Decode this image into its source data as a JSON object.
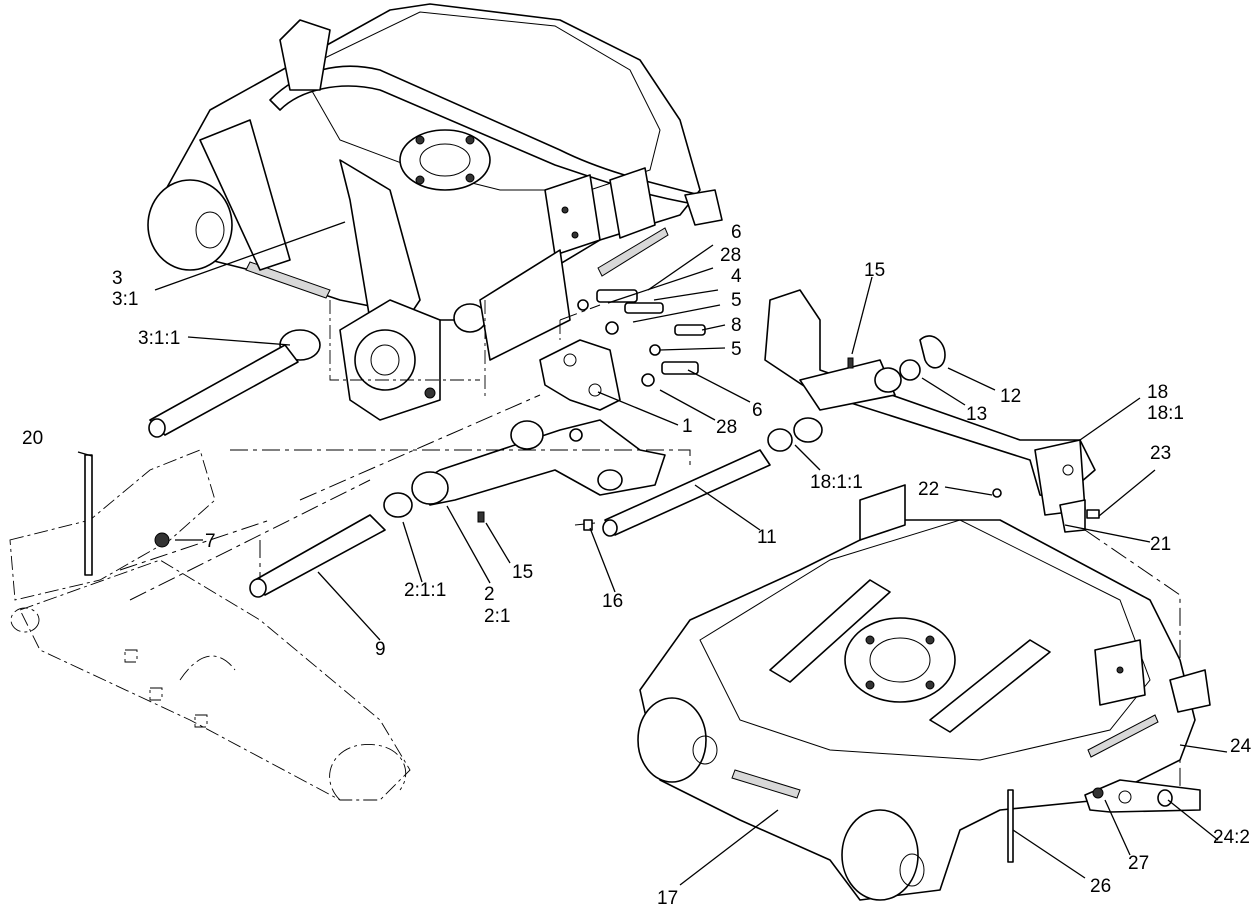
{
  "callouts": {
    "c1": "1",
    "c2": "2",
    "c2_1": "2:1",
    "c2_1_1": "2:1:1",
    "c3": "3",
    "c3_1": "3:1",
    "c3_1_1": "3:1:1",
    "c4": "4",
    "c5a": "5",
    "c5b": "5",
    "c6a": "6",
    "c6b": "6",
    "c7": "7",
    "c8": "8",
    "c9": "9",
    "c11": "11",
    "c12": "12",
    "c13": "13",
    "c15a": "15",
    "c15b": "15",
    "c16": "16",
    "c17": "17",
    "c18": "18",
    "c18_1": "18:1",
    "c18_1_1": "18:1:1",
    "c20": "20",
    "c21": "21",
    "c22": "22",
    "c23": "23",
    "c24": "24",
    "c24_2": "24:2",
    "c26": "26",
    "c27": "27",
    "c28a": "28",
    "c28b": "28"
  }
}
